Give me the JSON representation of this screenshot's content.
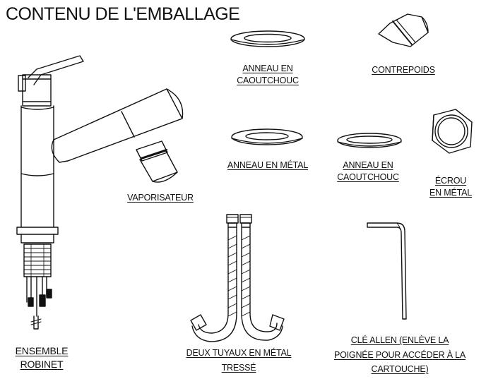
{
  "title": "CONTENU DE L'EMBALLAGE",
  "parts": {
    "rubber_ring_top": {
      "line1": "ANNEAU EN",
      "line2": "CAOUTCHOUC",
      "icon": "rubber-ring-icon"
    },
    "counterweight": {
      "label": "CONTREPOIDS",
      "icon": "counterweight-icon"
    },
    "metal_ring": {
      "label": "ANNEAU EN MÉTAL",
      "icon": "metal-ring-icon"
    },
    "rubber_ring_right": {
      "line1": "ANNEAU EN",
      "line2": "CAOUTCHOUC",
      "icon": "rubber-ring-icon"
    },
    "metal_nut": {
      "line1": "ÉCROU",
      "line2": "EN MÉTAL",
      "icon": "hex-nut-icon"
    },
    "sprayer": {
      "label": "VAPORISATEUR",
      "icon": "sprayer-icon"
    },
    "faucet": {
      "line1": "ENSEMBLE",
      "line2": "ROBINET",
      "icon": "faucet-icon"
    },
    "hoses": {
      "line1": "DEUX TUYAUX EN MÉTAL",
      "line2": "TRESSÉ",
      "icon": "braided-hose-icon"
    },
    "allen_key": {
      "line1": "CLÉ ALLEN (ENLÈVE LA",
      "line2": "POIGNÉE POUR ACCÉDER À LA",
      "line3": "CARTOUCHE)",
      "icon": "allen-key-icon"
    }
  }
}
